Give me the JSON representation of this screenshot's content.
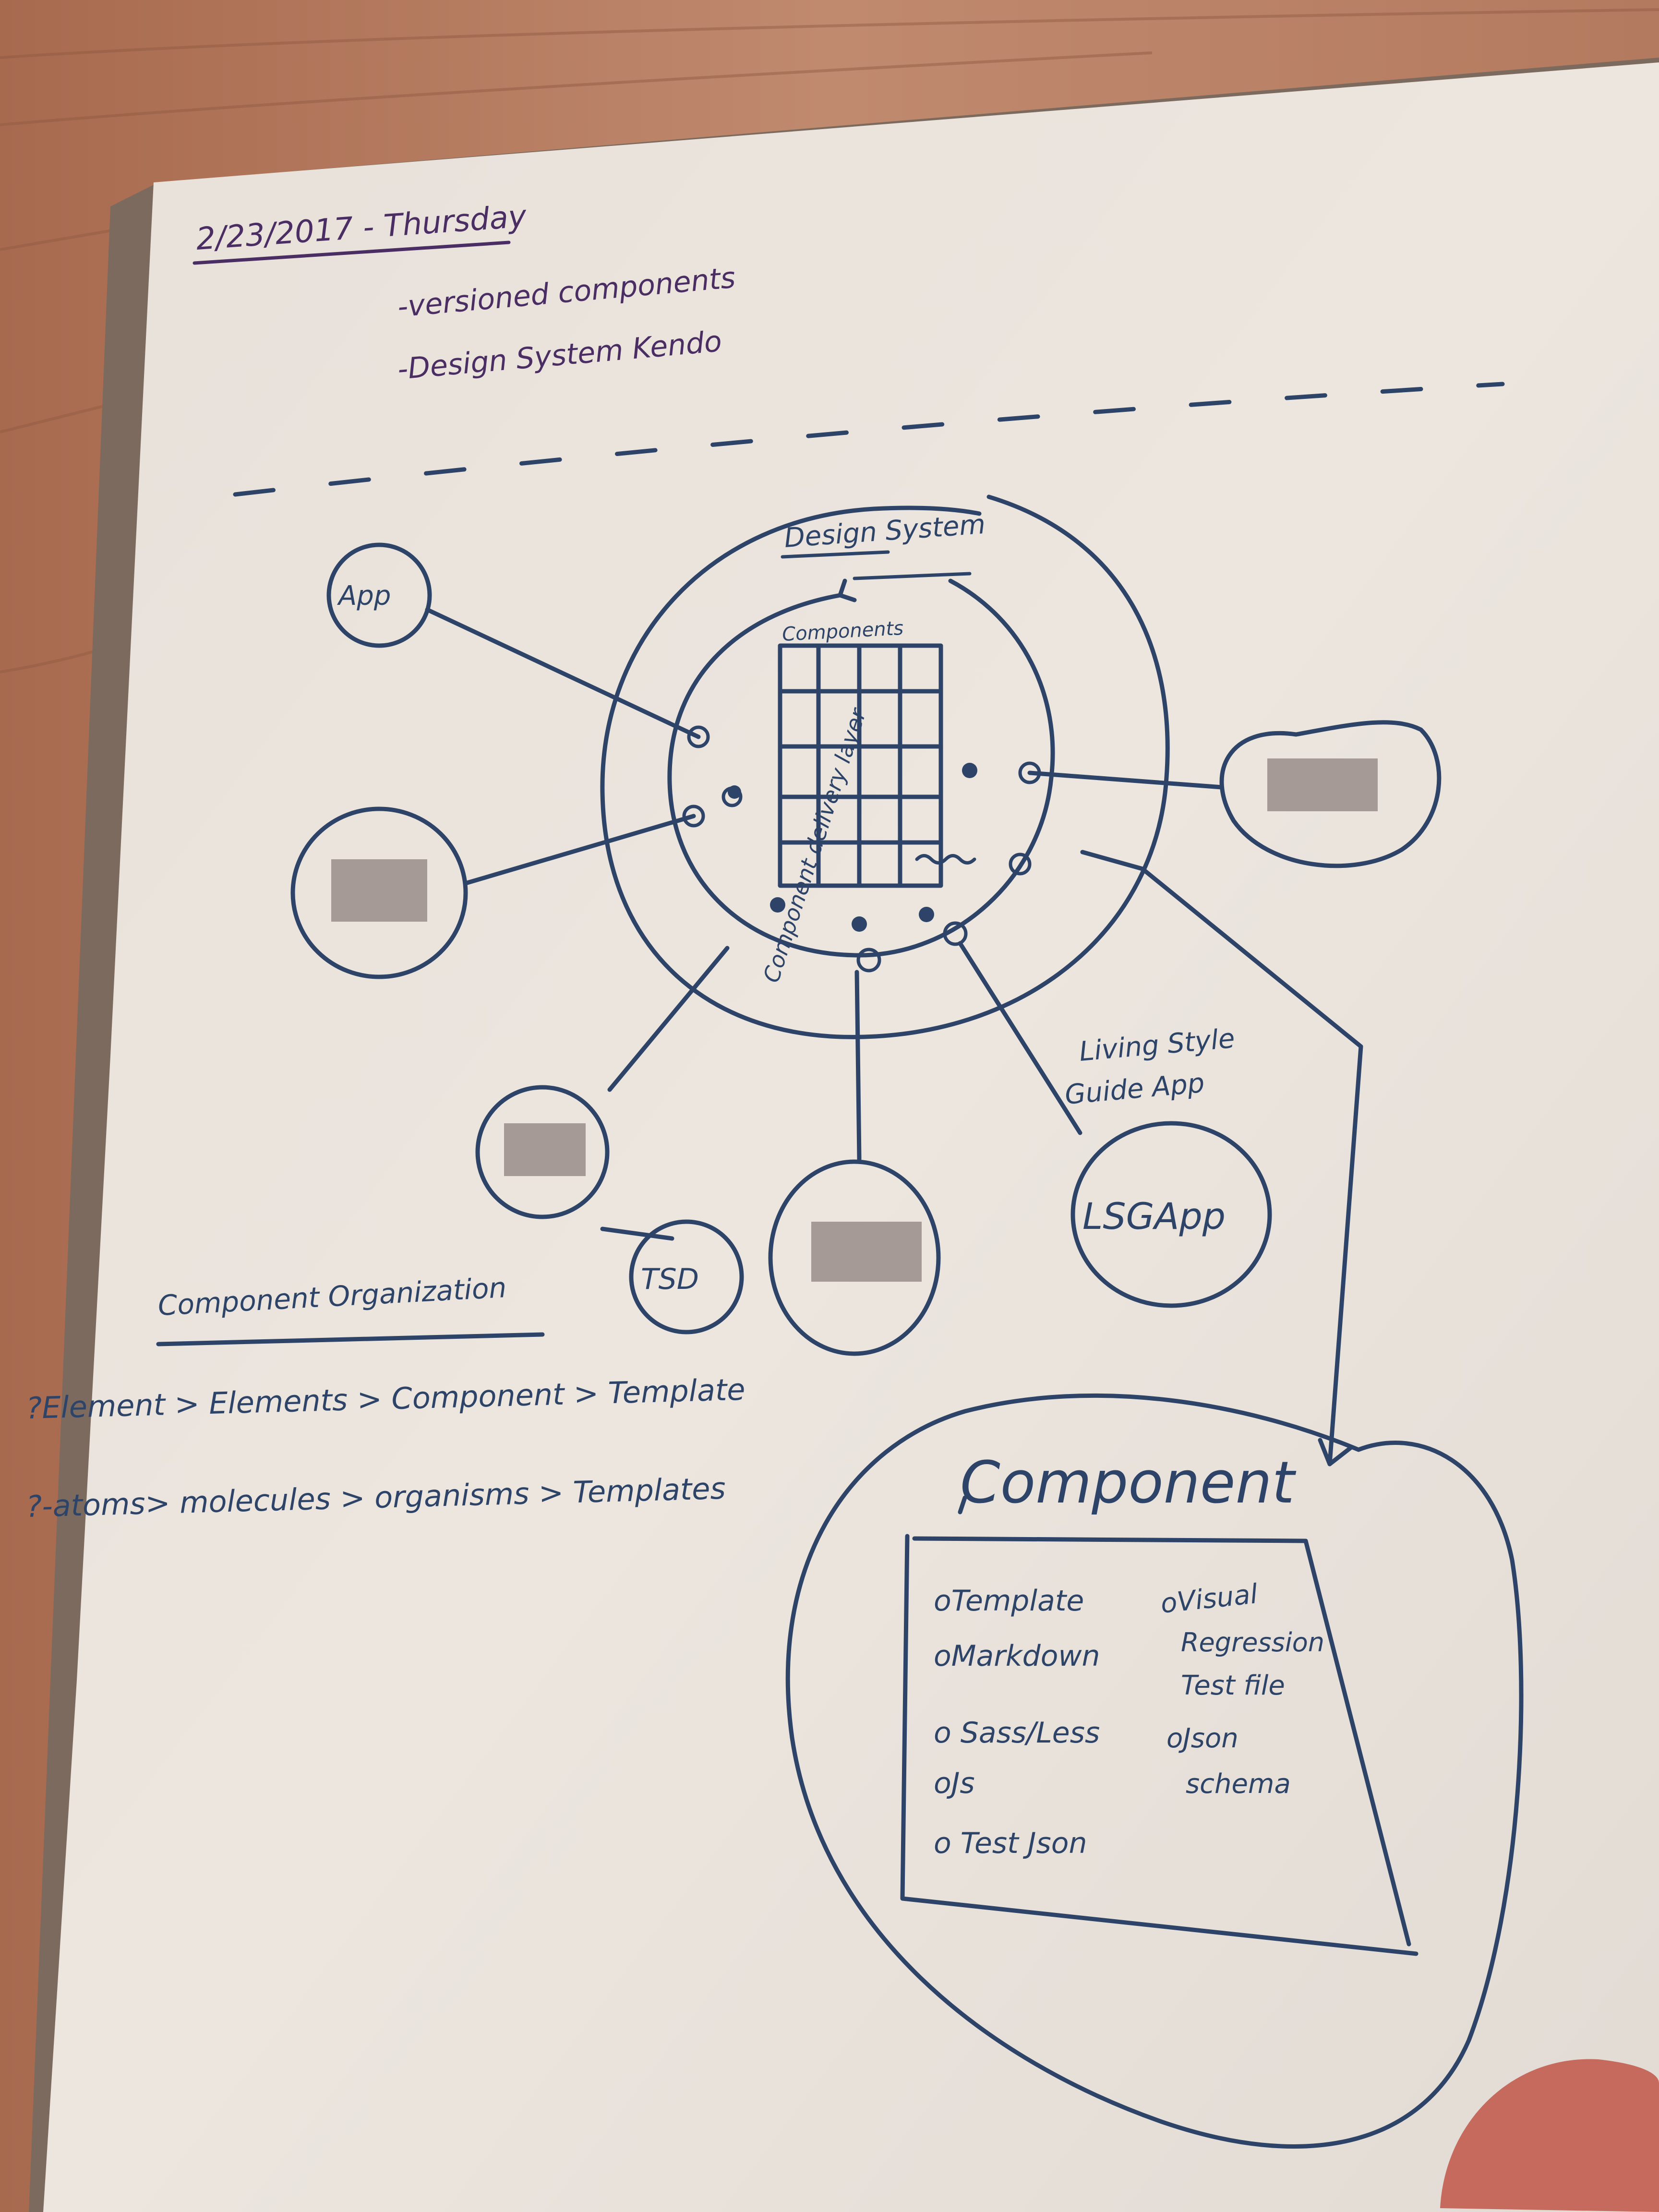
{
  "header": {
    "date": "2/23/2017 - Thursday",
    "notes": [
      "-versioned components",
      "-Design System Kendo"
    ]
  },
  "diagram": {
    "system_title": "Design System",
    "grid_title": "Components",
    "delivery_layer_label": "Component delivery layer",
    "nodes": {
      "app": "App",
      "tsd": "TSD",
      "lsg_app": "LSGApp",
      "lsg_caption": [
        "Living Style",
        "Guide App"
      ]
    }
  },
  "component_org": {
    "title": "Component Organization",
    "lines": [
      "?Element > Elements > Component > Template",
      "?-atoms> molecules > organisms > Templates"
    ]
  },
  "component_detail": {
    "title": "Component",
    "items_left": [
      "oTemplate",
      "oMarkdown",
      "o Sass/Less",
      "oJs",
      "o Test Json"
    ],
    "items_right": [
      "oVisual",
      "Regression",
      "Test file",
      "oJson",
      "schema"
    ]
  },
  "colors": {
    "ink": "#2d4468",
    "purple_ink": "#4a2d62",
    "paper": "#e9e3dc",
    "redaction": "#a59a95"
  }
}
